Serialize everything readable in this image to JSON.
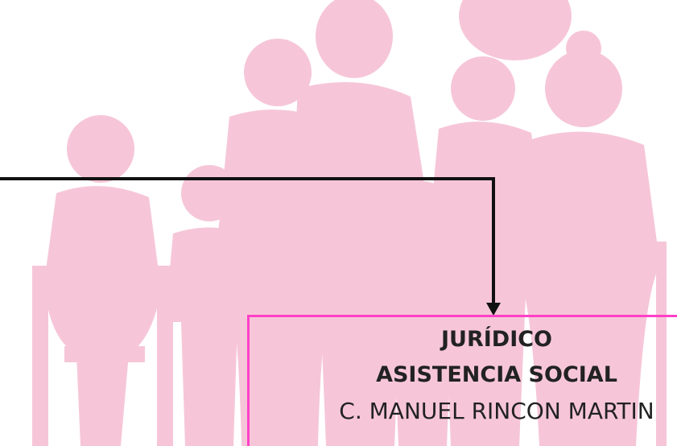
{
  "colors": {
    "background": "#ffffff",
    "silhouette": "#f6c6d8",
    "connector": "#111111",
    "box_border": "#ff40c8",
    "text": "#222222"
  },
  "illustration": {
    "icon": "family-silhouette-icon"
  },
  "org_box": {
    "title": "JURÍDICO",
    "subtitle": "ASISTENCIA SOCIAL",
    "name": "C. MANUEL RINCON MARTIN"
  }
}
